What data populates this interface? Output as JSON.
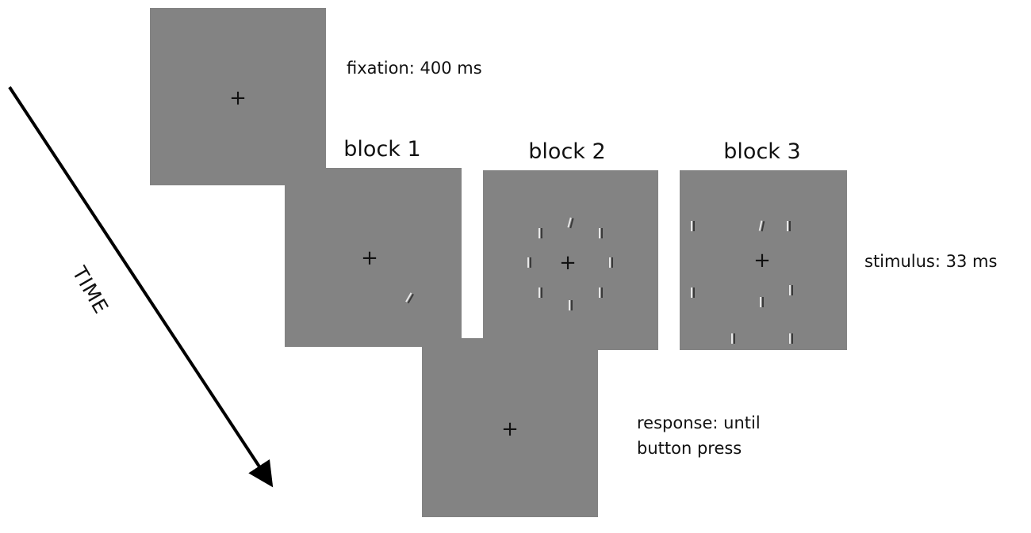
{
  "labels": {
    "fixation": "fixation: 400 ms",
    "stimulus": "stimulus: 33 ms",
    "response_line1": "response: until",
    "response_line2": "button press",
    "time": "TIME"
  },
  "blocks": [
    "block 1",
    "block 2",
    "block 3"
  ],
  "symbols": {
    "fixation_cross": "+"
  },
  "colors": {
    "screen_gray": "#838383",
    "text": "#111111"
  }
}
